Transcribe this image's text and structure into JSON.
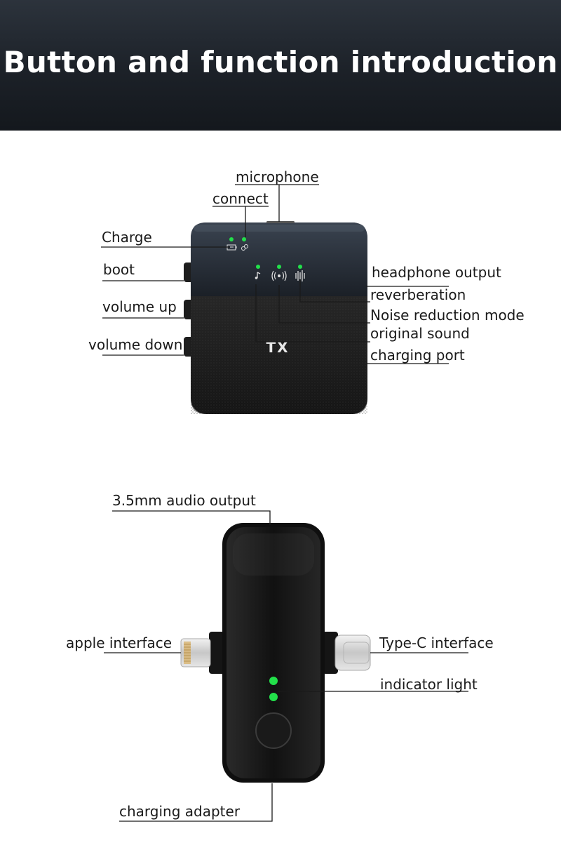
{
  "title": "Button and function introduction",
  "tx_unit": {
    "brand_text": "TX",
    "labels": {
      "microphone": "microphone",
      "connect": "connect",
      "charge": "Charge",
      "boot": "boot",
      "volume_up": "volume up",
      "volume_down": "volume down",
      "headphone_output": "headphone output",
      "reverberation": "reverberation",
      "noise_reduction_mode": "Noise reduction mode",
      "original_sound": "original sound",
      "charging_port": "charging port"
    }
  },
  "rx_unit": {
    "labels": {
      "audio_output": "3.5mm audio output",
      "apple_interface": "apple interface",
      "type_c_interface": "Type-C interface",
      "indicator_light": "indicator light",
      "charging_adapter": "charging adapter"
    }
  },
  "colors": {
    "header_bg": "#1c2128",
    "led_green": "#22e04a",
    "device_body": "#151515",
    "leader_line": "#1a1a1a"
  }
}
